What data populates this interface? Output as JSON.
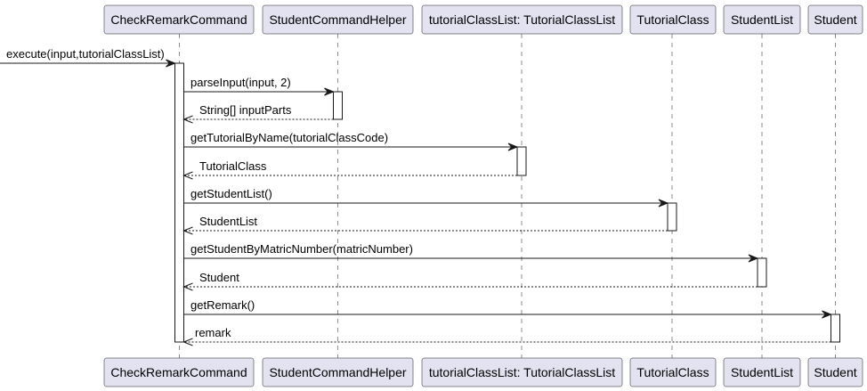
{
  "participants": [
    "CheckRemarkCommand",
    "StudentCommandHelper",
    "tutorialClassList: TutorialClassList",
    "TutorialClass",
    "StudentList",
    "Student"
  ],
  "messages": [
    {
      "type": "call",
      "from": "external",
      "to": 0,
      "label": "execute(input,tutorialClassList)"
    },
    {
      "type": "call",
      "from": 0,
      "to": 1,
      "label": "parseInput(input, 2)"
    },
    {
      "type": "return",
      "from": 1,
      "to": 0,
      "label": "String[] inputParts"
    },
    {
      "type": "call",
      "from": 0,
      "to": 2,
      "label": "getTutorialByName(tutorialClassCode)"
    },
    {
      "type": "return",
      "from": 2,
      "to": 0,
      "label": "TutorialClass"
    },
    {
      "type": "call",
      "from": 0,
      "to": 3,
      "label": "getStudentList()"
    },
    {
      "type": "return",
      "from": 3,
      "to": 0,
      "label": "StudentList"
    },
    {
      "type": "call",
      "from": 0,
      "to": 4,
      "label": "getStudentByMatricNumber(matricNumber)"
    },
    {
      "type": "return",
      "from": 4,
      "to": 0,
      "label": "Student"
    },
    {
      "type": "call",
      "from": 0,
      "to": 5,
      "label": "getRemark()"
    },
    {
      "type": "return",
      "from": 5,
      "to": 0,
      "label": "remark"
    }
  ],
  "colors": {
    "participant_fill": "#E2E2F0",
    "line": "#181818",
    "activation_fill": "#FFFFFF"
  }
}
